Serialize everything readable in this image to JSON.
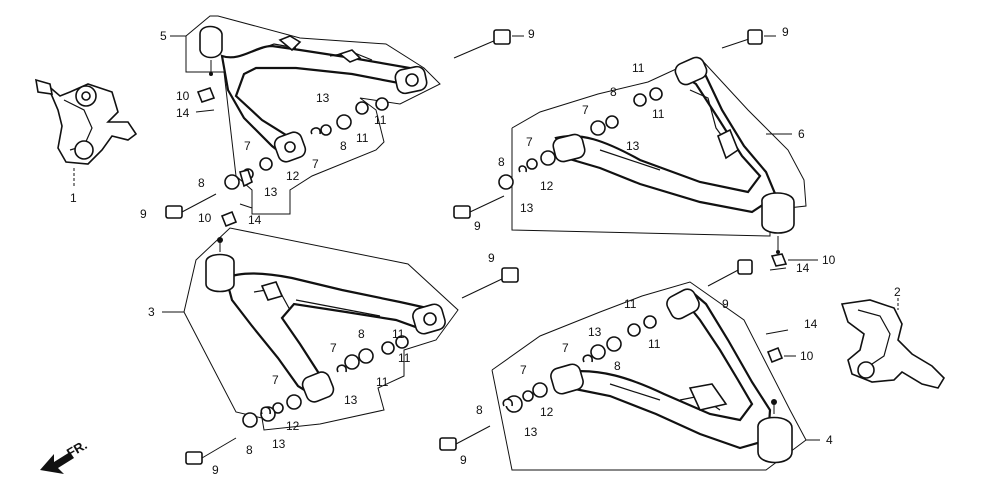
{
  "direction_label": "FR.",
  "parts": {
    "knuckle_left": "1",
    "knuckle_right": "2",
    "lower_arm_left": "3",
    "lower_arm_right": "4",
    "upper_arm_left": "5",
    "upper_arm_right": "6",
    "snap_ring": "7",
    "washer": "8",
    "bolt": "9",
    "nut": "10",
    "collar": "11",
    "dust_seal": "12",
    "bushing": "13",
    "cotter_pin": "14"
  }
}
